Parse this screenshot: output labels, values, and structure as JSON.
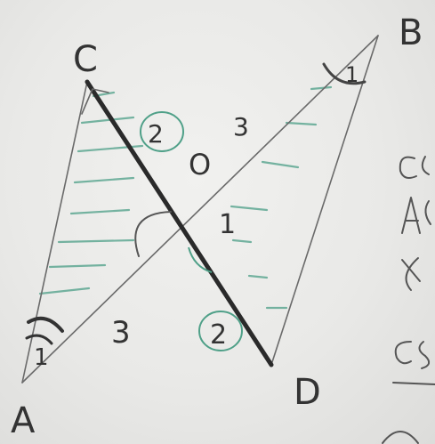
{
  "vertices": {
    "a": "A",
    "b": "B",
    "c": "C",
    "d": "D",
    "o": "O"
  },
  "segment_labels": {
    "ao": "3",
    "ob": "3",
    "co": "2",
    "od": "2"
  },
  "angle_marks": {
    "at_a": "1",
    "at_b": "1",
    "at_o": "1"
  },
  "colors": {
    "ink": "#333333",
    "hatch": "#5fa893",
    "board": "#ececea"
  }
}
